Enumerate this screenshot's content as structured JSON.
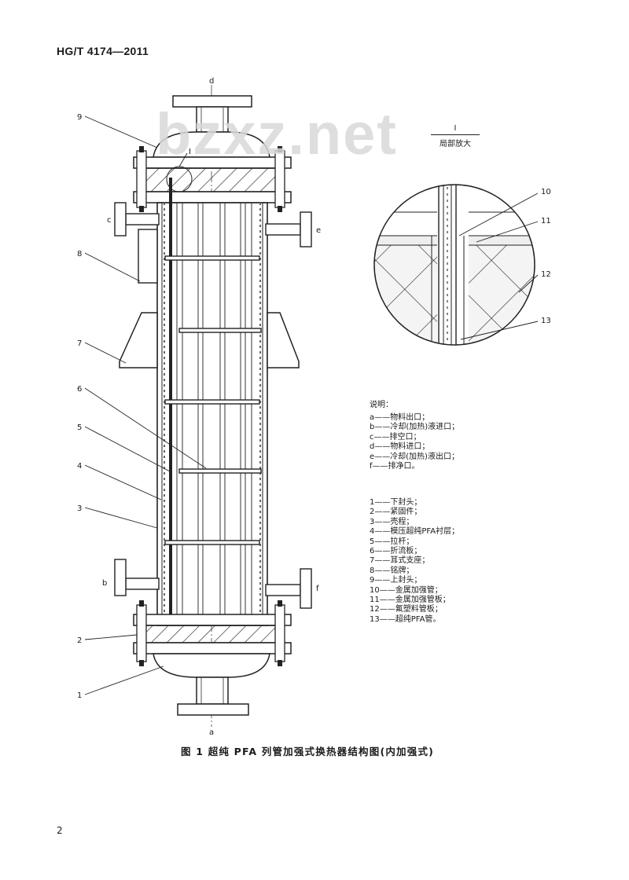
{
  "header": {
    "standard_code": "HG/T 4174—2011"
  },
  "watermark": "bzxz.net",
  "figure": {
    "caption": "图 1   超纯 PFA 列管加强式换热器结构图(内加强式)",
    "detail": {
      "marker": "I",
      "label": "局部放大"
    },
    "port_letters": [
      "a",
      "b",
      "c",
      "d",
      "e",
      "f"
    ],
    "part_numbers": [
      "1",
      "2",
      "3",
      "4",
      "5",
      "6",
      "7",
      "8",
      "9",
      "10",
      "11",
      "12",
      "13"
    ]
  },
  "legend": {
    "heading": "说明：",
    "ports": [
      "a——物料出口；",
      "b——冷却(加热)液进口；",
      "c——排空口；",
      "d——物料进口；",
      "e——冷却(加热)液出口；",
      "f——排净口。"
    ],
    "parts": [
      "1——下封头；",
      "2——紧固件；",
      "3——壳程；",
      "4——模压超纯PFA衬层；",
      "5——拉杆；",
      "6——折流板；",
      "7——耳式支座；",
      "8——铭牌；",
      "9——上封头；",
      "10——金属加强管；",
      "11——金属加强管板；",
      "12——氟塑料管板；",
      "13——超纯PFA管。"
    ]
  },
  "page_number": "2"
}
